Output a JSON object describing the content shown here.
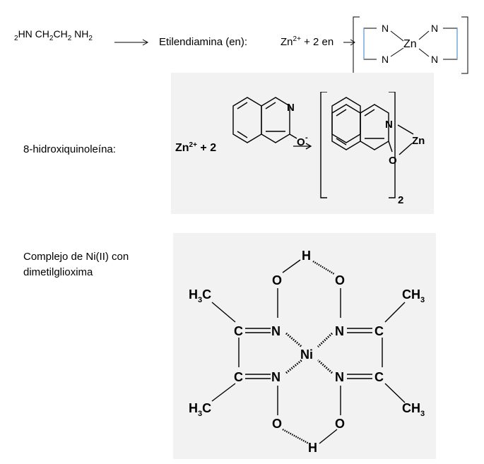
{
  "row1": {
    "formula_pre": "2",
    "formula_mid1": "HN CH",
    "formula_sub1": "2",
    "formula_mid2": "CH",
    "formula_sub2": "2",
    "formula_mid3": " NH",
    "formula_sub3": "2",
    "label": "Etilendiamina (en):",
    "reaction_zn": "Zn",
    "reaction_charge": "2+",
    "reaction_rest": "+ 2 en",
    "complex_atoms": {
      "n": "N",
      "zn": "Zn"
    }
  },
  "row2": {
    "label": "8-hidroxiquinoleína:",
    "reaction_zn": "Zn",
    "reaction_charge": "2+",
    "reaction_rest": "+ 2",
    "ligand_n": "N",
    "ligand_o": "O",
    "ligand_charge": "-",
    "product_n": "N",
    "product_o": "O",
    "product_zn": "Zn",
    "bracket_sub": "2"
  },
  "row3": {
    "label_line1": "Complejo de Ni(II) con",
    "label_line2": "dimetilglioxima",
    "atoms": {
      "h": "H",
      "o": "O",
      "n": "N",
      "c": "C",
      "ni": "Ni",
      "h3c": "H",
      "h3c_sub": "3",
      "h3c_c": "C",
      "ch3_c": "CH",
      "ch3_sub": "3"
    }
  },
  "colors": {
    "bracket_accent": "#5b9bd5",
    "panel_bg": "#f2f2f2"
  }
}
